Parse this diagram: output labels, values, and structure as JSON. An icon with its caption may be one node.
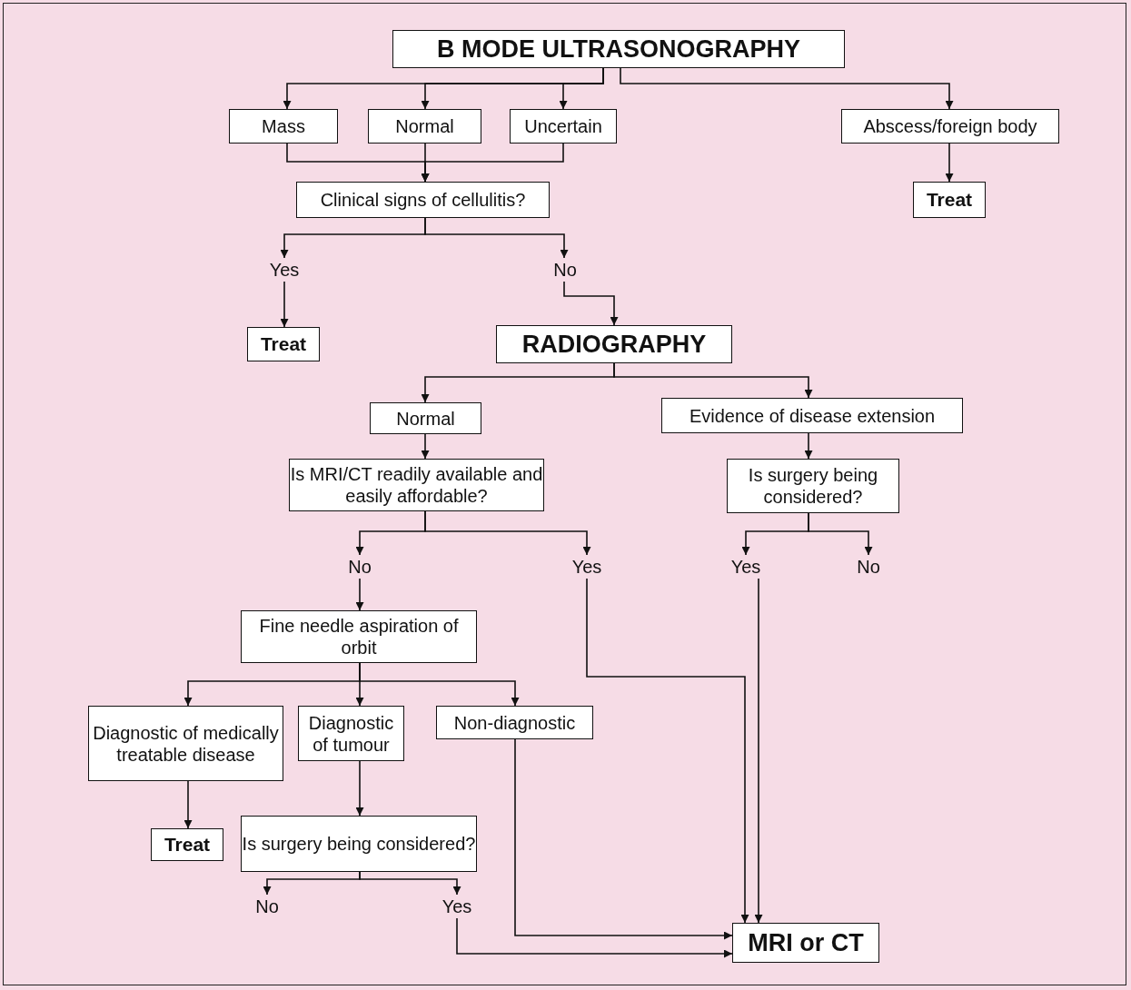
{
  "diagram": {
    "nodes": [
      {
        "text": [
          "B MODE ULTRASONOGRAPHY"
        ]
      },
      {
        "text": [
          "Mass"
        ]
      },
      {
        "text": [
          "Normal"
        ]
      },
      {
        "text": [
          "Uncertain"
        ]
      },
      {
        "text": [
          "Abscess/foreign body"
        ]
      },
      {
        "text": [
          "Treat"
        ]
      },
      {
        "text": [
          "Clinical signs of cellulitis?"
        ]
      },
      {
        "text": [
          "Yes"
        ]
      },
      {
        "text": [
          "No"
        ]
      },
      {
        "text": [
          "Treat"
        ]
      },
      {
        "text": [
          "RADIOGRAPHY"
        ]
      },
      {
        "text": [
          "Normal"
        ]
      },
      {
        "text": [
          "Evidence of disease extension"
        ]
      },
      {
        "text": [
          "Is MRI/CT readily available and easily affordable?"
        ]
      },
      {
        "text": [
          "Is surgery being considered?"
        ]
      },
      {
        "text": [
          "No"
        ]
      },
      {
        "text": [
          "Yes"
        ]
      },
      {
        "text": [
          "Yes"
        ]
      },
      {
        "text": [
          "No"
        ]
      },
      {
        "text": [
          "Fine needle aspiration of orbit"
        ]
      },
      {
        "text": [
          "Diagnostic of medically treatable disease"
        ]
      },
      {
        "text": [
          "Diagnostic of tumour"
        ]
      },
      {
        "text": [
          "Non-diagnostic"
        ]
      },
      {
        "text": [
          "Treat"
        ]
      },
      {
        "text": [
          "Is surgery being considered?"
        ]
      },
      {
        "text": [
          "No"
        ]
      },
      {
        "text": [
          "Yes"
        ]
      },
      {
        "text": [
          "MRI or CT"
        ]
      }
    ],
    "edges": [
      {
        "from": 0,
        "to": 1,
        "arrow": "to"
      },
      {
        "from": 0,
        "to": 2,
        "arrow": "to"
      },
      {
        "from": 0,
        "to": 3,
        "arrow": "to"
      },
      {
        "from": 0,
        "to": 4,
        "arrow": "to"
      },
      {
        "from": 4,
        "to": 5,
        "arrow": "to"
      },
      {
        "from": 1,
        "to": 6,
        "arrow": "to"
      },
      {
        "from": 2,
        "to": 6,
        "arrow": "to"
      },
      {
        "from": 3,
        "to": 6,
        "arrow": "to"
      },
      {
        "from": 6,
        "to": 7,
        "arrow": "to"
      },
      {
        "from": 6,
        "to": 8,
        "arrow": "to"
      },
      {
        "from": 7,
        "to": 9,
        "arrow": "to"
      },
      {
        "from": 8,
        "to": 10,
        "arrow": "to"
      },
      {
        "from": 10,
        "to": 11,
        "arrow": "to"
      },
      {
        "from": 10,
        "to": 12,
        "arrow": "to"
      },
      {
        "from": 11,
        "to": 13,
        "arrow": "to"
      },
      {
        "from": 12,
        "to": 14,
        "arrow": "to"
      },
      {
        "from": 13,
        "to": 15,
        "arrow": "to"
      },
      {
        "from": 13,
        "to": 16,
        "arrow": "to"
      },
      {
        "from": 14,
        "to": 17,
        "arrow": "to"
      },
      {
        "from": 14,
        "to": 18,
        "arrow": "to"
      },
      {
        "from": 15,
        "to": 19,
        "arrow": "to"
      },
      {
        "from": 19,
        "to": 20,
        "arrow": "to"
      },
      {
        "from": 19,
        "to": 21,
        "arrow": "to"
      },
      {
        "from": 19,
        "to": 22,
        "arrow": "to"
      },
      {
        "from": 20,
        "to": 23,
        "arrow": "to"
      },
      {
        "from": 21,
        "to": 24,
        "arrow": "to"
      },
      {
        "from": 24,
        "to": 25,
        "arrow": "to"
      },
      {
        "from": 24,
        "to": 26,
        "arrow": "to"
      },
      {
        "from": 16,
        "to": 27,
        "arrow": "to"
      },
      {
        "from": 17,
        "to": 27,
        "arrow": "to"
      },
      {
        "from": 22,
        "to": 27,
        "arrow": "to"
      },
      {
        "from": 26,
        "to": 27,
        "arrow": "to"
      }
    ]
  }
}
